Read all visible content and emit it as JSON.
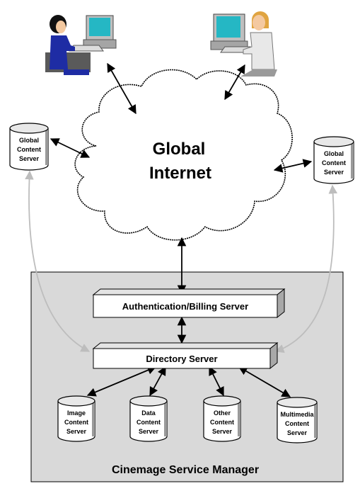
{
  "cloud": {
    "line1": "Global",
    "line2": "Internet"
  },
  "global_servers": [
    {
      "line1": "Global",
      "line2": "Content",
      "line3": "Server"
    },
    {
      "line1": "Global",
      "line2": "Content",
      "line3": "Server"
    }
  ],
  "manager": {
    "label": "Cinemage Service Manager",
    "auth_server": "Authentication/Billing Server",
    "directory_server": "Directory Server",
    "content_servers": [
      {
        "line1": "Image",
        "line2": "Content",
        "line3": "Server"
      },
      {
        "line1": "Data",
        "line2": "Content",
        "line3": "Server"
      },
      {
        "line1": "Other",
        "line2": "Content",
        "line3": "Server"
      },
      {
        "line1": "Multimedia",
        "line2": "Content",
        "line3": "Server"
      }
    ]
  },
  "users": [
    {
      "icon": "woman-at-computer-icon"
    },
    {
      "icon": "man-at-computer-icon"
    }
  ],
  "colors": {
    "manager_panel": "#d9d9d9",
    "box_face": "#ffffff",
    "box_side": "#a8a8a8",
    "box_top": "#e4e4e4",
    "arrow": "#000000",
    "sync_arrow": "#c0c0c0",
    "monitor_screen": "#25b7c4",
    "woman_clothes": "#1e2ca4",
    "man_shirt": "#e8e8e8",
    "skin": "#f4c9a0"
  }
}
